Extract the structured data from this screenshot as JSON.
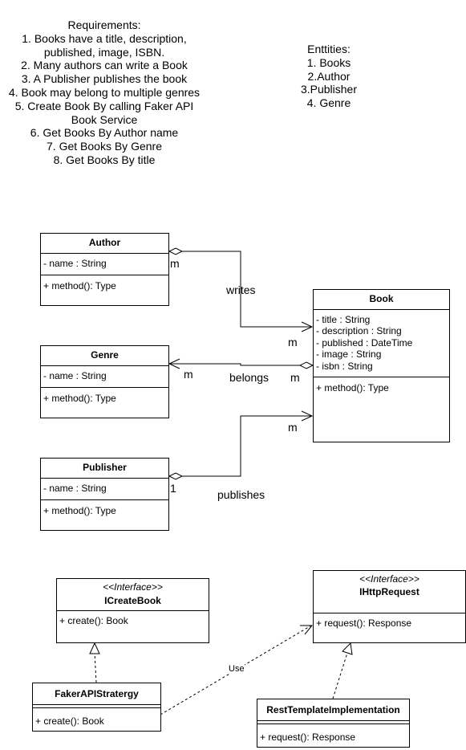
{
  "requirements": {
    "lines": [
      "Requirements:",
      "1. Books have a title, description,",
      "published, image, ISBN.",
      "2. Many authors can write a Book",
      "3. A Publisher publishes the book",
      "4. Book may belong to multiple genres",
      "5. Create Book By calling Faker API",
      "Book Service",
      "6. Get Books By Author name",
      "7. Get Books By Genre",
      "8. Get Books By title"
    ]
  },
  "entities": {
    "lines": [
      "Enttities:",
      "1. Books",
      "2.Author",
      "3.Publisher",
      "4. Genre"
    ]
  },
  "classes": {
    "author": {
      "name": "Author",
      "attr": "- name : String",
      "method": "+ method(): Type"
    },
    "genre": {
      "name": "Genre",
      "attr": "- name : String",
      "method": "+ method(): Type"
    },
    "publisher": {
      "name": "Publisher",
      "attr": "- name : String",
      "method": "+ method(): Type"
    },
    "book": {
      "name": "Book",
      "attrs": [
        "- title : String",
        "- description : String",
        "- published : DateTime",
        "- image : String",
        "- isbn : String"
      ],
      "method": "+ method(): Type"
    },
    "icreatebook": {
      "stereotype": "<<Interface>>",
      "name": "ICreateBook",
      "method": "+ create(): Book"
    },
    "ihttprequest": {
      "stereotype": "<<Interface>>",
      "name": "IHttpRequest",
      "method": "+ request(): Response"
    },
    "faker": {
      "name": "FakerAPIStratergy",
      "method": "+ create(): Book"
    },
    "resttemplate": {
      "name": "RestTemplateImplementation",
      "method": "+ request(): Response"
    }
  },
  "relations": {
    "writes": {
      "label": "writes",
      "source_mult": "m",
      "target_mult": "m"
    },
    "belongs": {
      "label": "belongs",
      "source_mult": "m",
      "target_mult": "m"
    },
    "publishes": {
      "label": "publishes",
      "source_mult": "1",
      "target_mult": "m"
    },
    "use": {
      "label": "Use"
    }
  }
}
